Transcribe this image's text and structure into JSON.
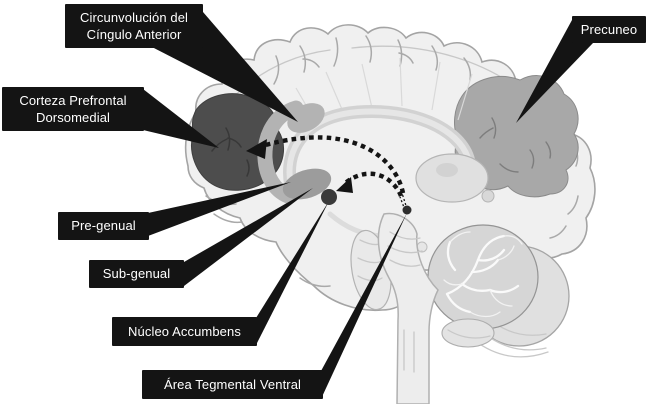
{
  "figure": {
    "description": "Vista sagital del cerebro con regiones y vías señaladas",
    "language": "es"
  },
  "callouts": [
    {
      "id": "cingulate-gyrus",
      "lines": [
        "Circunvolución del",
        "Cíngulo Anterior"
      ]
    },
    {
      "id": "precuneus",
      "lines": [
        "Precuneo"
      ]
    },
    {
      "id": "dorsomedial-pfc",
      "lines": [
        "Corteza Prefrontal",
        "Dorsomedial"
      ]
    },
    {
      "id": "pregenual",
      "lines": [
        "Pre-genual"
      ]
    },
    {
      "id": "subgenual",
      "lines": [
        "Sub-genual"
      ]
    },
    {
      "id": "nucleus-accumbens",
      "lines": [
        "Núcleo Accumbens"
      ]
    },
    {
      "id": "ventral-tegmental-area",
      "lines": [
        "Área Tegmental Ventral"
      ]
    }
  ],
  "colors": {
    "label_bg": "#141414",
    "label_text": "#ffffff",
    "arrow_color": "#141414",
    "brain_fill": "#f0f0f0",
    "brain_outline": "#a4a4a4",
    "region_dark": "#4d4d4d",
    "region_medium": "#a8a8a8",
    "region_light": "#b3b3b3",
    "region_genual": "#9c9c9c",
    "dot_large": "#3a3a3a",
    "dot_small": "#2e2e2e"
  }
}
